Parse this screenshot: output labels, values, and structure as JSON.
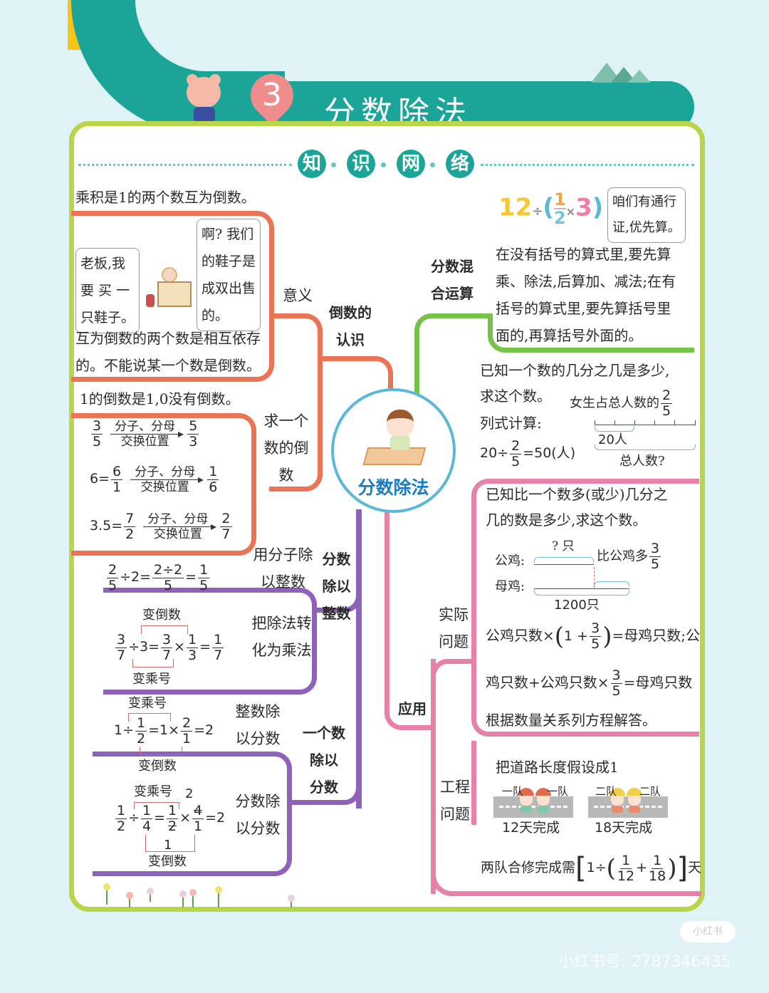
{
  "header": {
    "chapter_number": "3",
    "title": "分数除法",
    "section_chars": [
      "知",
      "识",
      "网",
      "络"
    ]
  },
  "center": {
    "title": "分数除法"
  },
  "reciprocal": {
    "branch_label": "倒数的\n认识",
    "meaning_label": "意义",
    "definition": "乘积是1的两个数互为倒数。",
    "bubble_customer": "老板,我\n要 买 一\n只鞋子。",
    "bubble_owner": "啊? 我们\n的鞋子是\n成双出售\n的。",
    "note_line1": "互为倒数的两个数是相互依存",
    "note_line2": "的。不能说某一个数是倒数。",
    "find_label": "求一个\n数的倒\n数",
    "one_zero_note": "1的倒数是1,0没有倒数。",
    "swap_top": "分子、分母",
    "swap_bottom": "交换位置",
    "examples": [
      {
        "prefix": "",
        "num": "3",
        "den": "5",
        "rnum": "5",
        "rden": "3"
      },
      {
        "prefix": "6=",
        "num": "6",
        "den": "1",
        "rnum": "1",
        "rden": "6"
      },
      {
        "prefix": "3.5=",
        "num": "7",
        "den": "2",
        "rnum": "2",
        "rden": "7"
      }
    ]
  },
  "frac_div_int": {
    "branch_label": "分数\n除以\n整数",
    "method1_label": "用分子除\n以整数",
    "method1_expr": {
      "a_num": "2",
      "a_den": "5",
      "div": "÷2=",
      "b_num": "2÷2",
      "b_den": "5",
      "eq": "=",
      "c_num": "1",
      "c_den": "5"
    },
    "method2_label": "把除法转\n化为乘法",
    "method2_top_note": "变倒数",
    "method2_bottom_note": "变乘号",
    "method2_expr": {
      "a_num": "3",
      "a_den": "7",
      "div": "÷3=",
      "b_num": "3",
      "b_den": "7",
      "times": "×",
      "c_num": "1",
      "c_den": "3",
      "eq": "=",
      "d_num": "1",
      "d_den": "7"
    }
  },
  "num_div_frac": {
    "branch_label": "一个数\n除以\n分数",
    "int_label": "整数除\n以分数",
    "int_top_note": "变乘号",
    "int_bottom_note": "变倒数",
    "int_expr": {
      "lead": "1÷",
      "a_num": "1",
      "a_den": "2",
      "mid": "=1×",
      "b_num": "2",
      "b_den": "1",
      "tail": "=2"
    },
    "frac_label": "分数除\n以分数",
    "frac_top_note": "变乘号",
    "frac_bottom_note": "变倒数",
    "frac_expr": {
      "a_num": "1",
      "a_den": "2",
      "div": "÷",
      "b_num": "1",
      "b_den": "4",
      "eq": "=",
      "c_num": "1",
      "c_den": "2",
      "c_cancel": "1",
      "times": "×",
      "d_num": "4",
      "d_cancel": "2",
      "d_den": "1",
      "tail": "=2"
    }
  },
  "mixed": {
    "branch_label": "分数混\n合运算",
    "illustration_expr": "12÷(1/2×3)",
    "bubble": "咱们有通行\n证,优先算。",
    "rule_lines": [
      "在没有括号的算式里,要先算",
      "乘、除法,后算加、减法;在有",
      "括号的算式里,要先算括号里",
      "面的,再算括号外面的。"
    ]
  },
  "application": {
    "branch_label": "应用",
    "type1": {
      "line1": "已知一个数的几分之几是多少,",
      "line2": "求这个数。",
      "line3": "列式计算:",
      "diagram_title": "女生占总人数的",
      "frac_num": "2",
      "frac_den": "5",
      "diagram_part": "20人",
      "diagram_total": "总人数?",
      "calc": {
        "lead": "20÷",
        "num": "2",
        "den": "5",
        "tail": "=50(人)"
      }
    },
    "practical": {
      "label": "实际\n问题",
      "line1": "已知比一个数多(或少)几分之",
      "line2": "几的数是多少,求这个数。",
      "rooster_label": "公鸡:",
      "hen_label": "母鸡:",
      "unknown": "? 只",
      "more_than": "比公鸡多",
      "more_num": "3",
      "more_den": "5",
      "hen_total": "1200只",
      "eq1_a": "公鸡只数×",
      "eq1_paren_lead": "1 +",
      "eq1_num": "3",
      "eq1_den": "5",
      "eq1_b": "=母鸡只数;公",
      "eq2_a": "鸡只数+公鸡只数×",
      "eq2_num": "3",
      "eq2_den": "5",
      "eq2_b": "=母鸡只数",
      "line_last": "根据数量关系列方程解答。"
    },
    "engineering": {
      "label": "工程\n问题",
      "assume": "把道路长度假设成1",
      "team1": "一队",
      "team2": "二队",
      "team1_days": "12天完成",
      "team2_days": "18天完成",
      "formula_lead": "两队合修完成需",
      "formula_inner_lead": "1÷",
      "f1_num": "1",
      "f1_den": "12",
      "plus": "+",
      "f2_num": "1",
      "f2_den": "18",
      "formula_tail": "天"
    }
  },
  "footer": {
    "badge": "小红书",
    "watermark": "小红书号: 2787346435"
  },
  "colors": {
    "teal": "#1aa598",
    "panel_border": "#b9d64a",
    "orange_branch": "#ec7456",
    "purple_branch": "#8e62b8",
    "green_branch": "#76c34a",
    "pink_branch": "#e681a8",
    "center_title": "#1d7cc0"
  }
}
